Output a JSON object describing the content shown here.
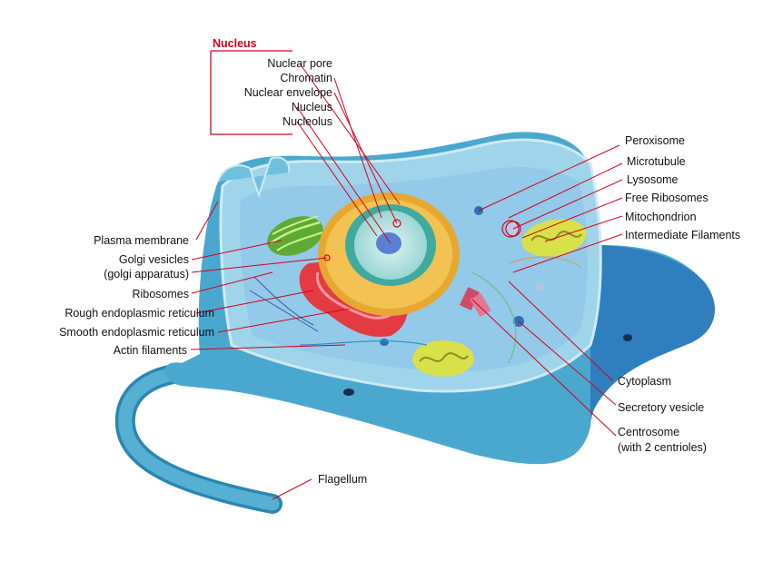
{
  "labels": {
    "nucleus_group": "Nucleus",
    "nuclear_pore": "Nuclear pore",
    "chromatin": "Chromatin",
    "nuclear_envelope": "Nuclear envelope",
    "nucleus": "Nucleus",
    "nucleolus": "Nucleolus",
    "plasma_membrane": "Plasma membrane",
    "golgi_vesicles": "Golgi vesicles",
    "golgi_apparatus": "(golgi apparatus)",
    "ribosomes": "Ribosomes",
    "rough_er": "Rough endoplasmic reticulum",
    "smooth_er": "Smooth endoplasmic reticulum",
    "actin_filaments": "Actin filaments",
    "flagellum": "Flagellum",
    "peroxisome": "Peroxisome",
    "microtubule": "Microtubule",
    "lysosome": "Lysosome",
    "free_ribosomes": "Free Ribosomes",
    "mitochondrion": "Mitochondrion",
    "intermediate_filaments": "Intermediate Filaments",
    "cytoplasm": "Cytoplasm",
    "secretory_vesicle": "Secretory vesicle",
    "centrosome": "Centrosome",
    "centrosome_note": "(with 2 centrioles)"
  },
  "colors": {
    "leader_line": "#d6001c",
    "cell_outer": "#5fb5d6",
    "cell_inner": "#9fd6ea",
    "nucleus_envelope": "#f0b33a",
    "nucleus_core": "#a9dfe0",
    "golgi": "#6fbf3c",
    "rough_er": "#e8323c",
    "mitochondrion": "#d8e04a"
  }
}
